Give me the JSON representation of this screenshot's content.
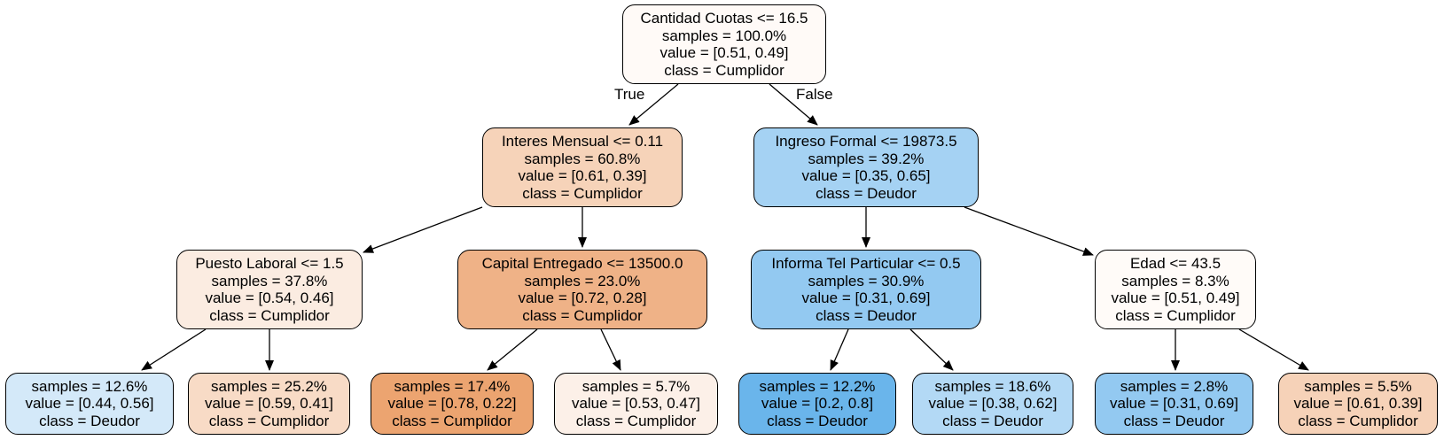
{
  "tree": {
    "nodes": [
      {
        "id": "n0",
        "lines": [
          "Cantidad Cuotas <= 16.5",
          "samples = 100.0%",
          "value = [0.51, 0.49]",
          "class = Cumplidor"
        ],
        "fill": "#fffaf7"
      },
      {
        "id": "n1",
        "lines": [
          "Interes Mensual <= 0.11",
          "samples = 60.8%",
          "value = [0.61, 0.39]",
          "class = Cumplidor"
        ],
        "fill": "#f6d3b9"
      },
      {
        "id": "n2",
        "lines": [
          "Ingreso Formal <= 19873.5",
          "samples = 39.2%",
          "value = [0.35, 0.65]",
          "class = Deudor"
        ],
        "fill": "#a5d2f3"
      },
      {
        "id": "n3",
        "lines": [
          "Puesto Laboral <= 1.5",
          "samples = 37.8%",
          "value = [0.54, 0.46]",
          "class = Cumplidor"
        ],
        "fill": "#fbece1"
      },
      {
        "id": "n4",
        "lines": [
          "Capital Entregado  <= 13500.0",
          "samples = 23.0%",
          "value = [0.72, 0.28]",
          "class = Cumplidor"
        ],
        "fill": "#efb287"
      },
      {
        "id": "n5",
        "lines": [
          "Informa Tel Particular <= 0.5",
          "samples = 30.9%",
          "value = [0.31, 0.69]",
          "class = Deudor"
        ],
        "fill": "#93c9f1"
      },
      {
        "id": "n6",
        "lines": [
          "Edad <= 43.5",
          "samples = 8.3%",
          "value = [0.51, 0.49]",
          "class = Cumplidor"
        ],
        "fill": "#fffbf8"
      },
      {
        "id": "n7",
        "lines": [
          "samples = 12.6%",
          "value = [0.44, 0.56]",
          "class = Deudor"
        ],
        "fill": "#d4e9f9"
      },
      {
        "id": "n8",
        "lines": [
          "samples = 25.2%",
          "value = [0.59, 0.41]",
          "class = Cumplidor"
        ],
        "fill": "#f8dbc6"
      },
      {
        "id": "n9",
        "lines": [
          "samples = 17.4%",
          "value = [0.78, 0.22]",
          "class = Cumplidor"
        ],
        "fill": "#eca470"
      },
      {
        "id": "n10",
        "lines": [
          "samples = 5.7%",
          "value = [0.53, 0.47]",
          "class = Cumplidor"
        ],
        "fill": "#fcf0e8"
      },
      {
        "id": "n11",
        "lines": [
          "samples = 12.2%",
          "value = [0.2, 0.8]",
          "class = Deudor"
        ],
        "fill": "#6ab5eb"
      },
      {
        "id": "n12",
        "lines": [
          "samples = 18.6%",
          "value = [0.38, 0.62]",
          "class = Deudor"
        ],
        "fill": "#b3d9f5"
      },
      {
        "id": "n13",
        "lines": [
          "samples = 2.8%",
          "value = [0.31, 0.69]",
          "class = Deudor"
        ],
        "fill": "#93c9f1"
      },
      {
        "id": "n14",
        "lines": [
          "samples = 5.5%",
          "value = [0.61, 0.39]",
          "class = Cumplidor"
        ],
        "fill": "#f6d2b8"
      }
    ],
    "edges": [
      {
        "from": "n0",
        "to": "n1",
        "label": "True"
      },
      {
        "from": "n0",
        "to": "n2",
        "label": "False"
      },
      {
        "from": "n1",
        "to": "n3"
      },
      {
        "from": "n1",
        "to": "n4"
      },
      {
        "from": "n2",
        "to": "n5"
      },
      {
        "from": "n2",
        "to": "n6"
      },
      {
        "from": "n3",
        "to": "n7"
      },
      {
        "from": "n3",
        "to": "n8"
      },
      {
        "from": "n4",
        "to": "n9"
      },
      {
        "from": "n4",
        "to": "n10"
      },
      {
        "from": "n5",
        "to": "n11"
      },
      {
        "from": "n5",
        "to": "n12"
      },
      {
        "from": "n6",
        "to": "n13"
      },
      {
        "from": "n6",
        "to": "n14"
      }
    ]
  }
}
